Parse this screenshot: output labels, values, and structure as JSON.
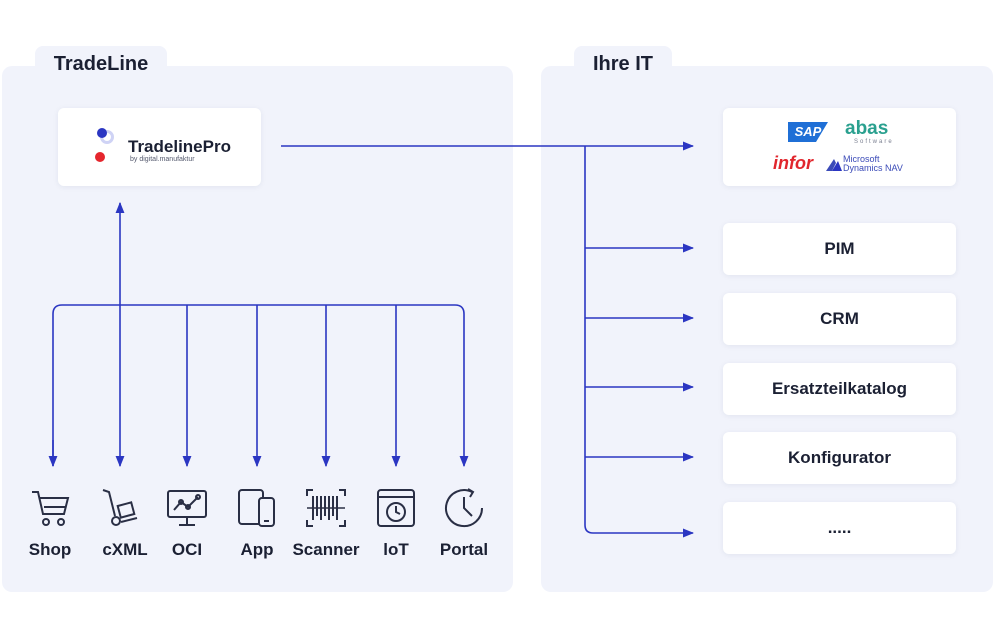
{
  "left_panel": {
    "title": "TradeLine"
  },
  "right_panel": {
    "title": "Ihre IT"
  },
  "brand": {
    "name": "TradelinePro",
    "tagline": "by digital.manufaktur"
  },
  "erp_logos": {
    "sap": "SAP",
    "abas": "abas",
    "abas_sub": "Software",
    "infor": "infor",
    "microsoft_line1": "Microsoft",
    "microsoft_line2": "Dynamics NAV"
  },
  "channels": [
    {
      "label": "Shop",
      "icon": "shopping-cart-icon"
    },
    {
      "label": "cXML",
      "icon": "hand-truck-icon"
    },
    {
      "label": "OCI",
      "icon": "monitor-chart-icon"
    },
    {
      "label": "App",
      "icon": "mobile-devices-icon"
    },
    {
      "label": "Scanner",
      "icon": "barcode-scanner-icon"
    },
    {
      "label": "loT",
      "icon": "iot-device-icon"
    },
    {
      "label": "Portal",
      "icon": "clock-icon"
    }
  ],
  "systems": [
    "PIM",
    "CRM",
    "Ersatzteilkatalog",
    "Konfigurator",
    "....."
  ],
  "colors": {
    "line": "#2b36c2",
    "panel": "#f1f3fb",
    "text": "#1b2033"
  }
}
